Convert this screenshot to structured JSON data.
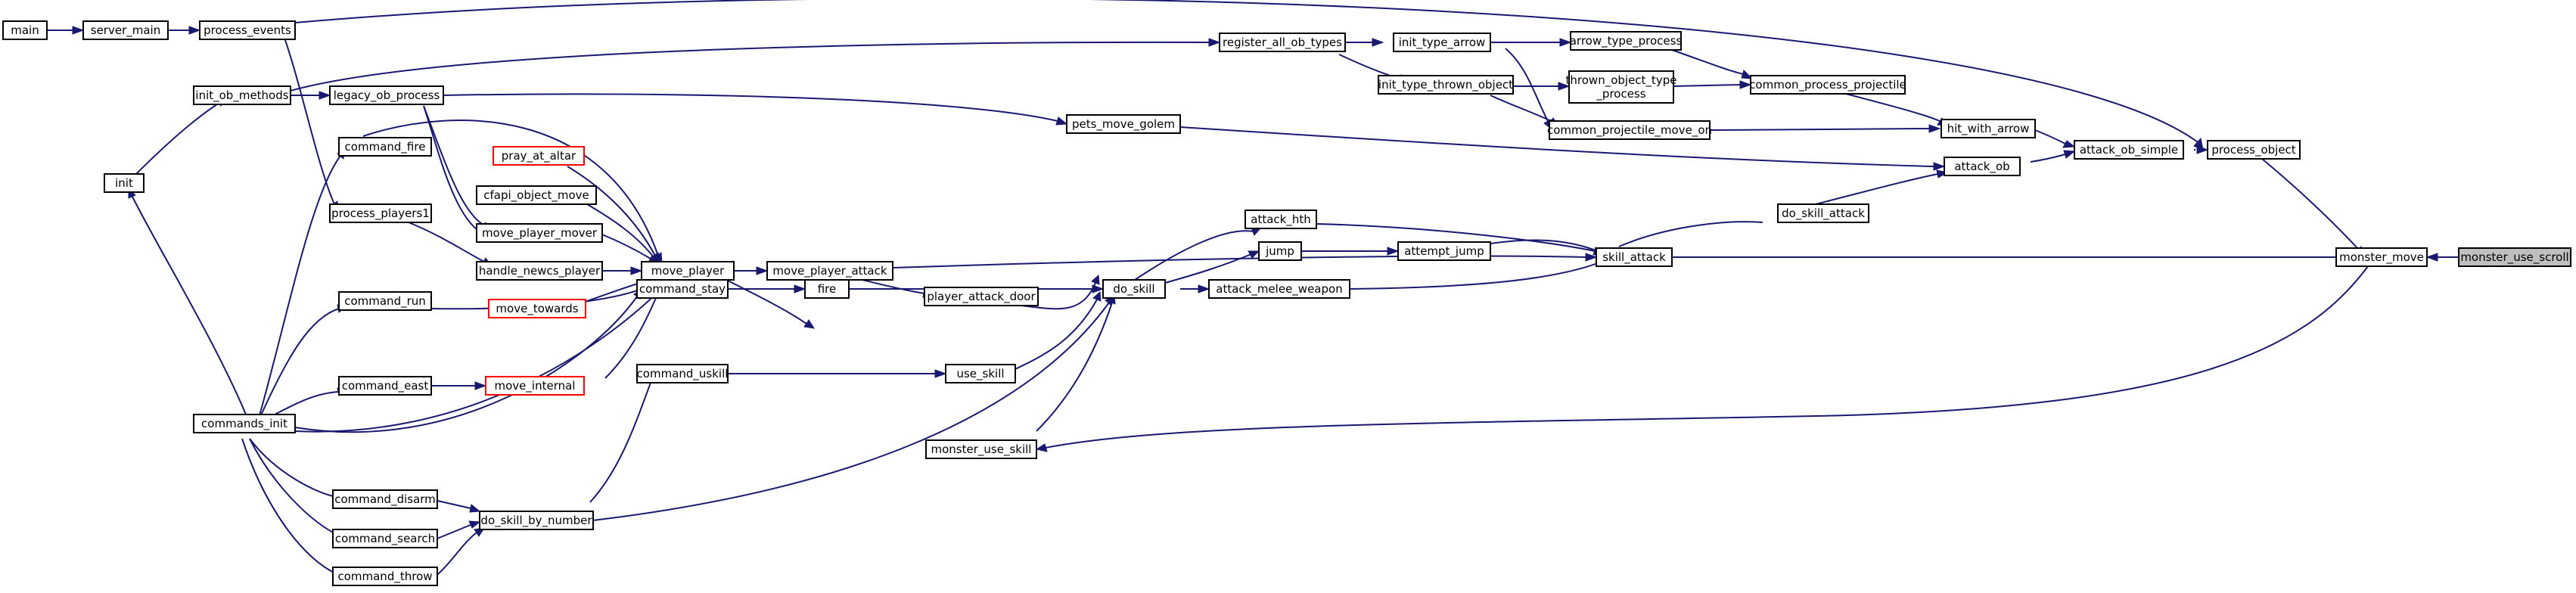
{
  "nodes": {
    "main": "main",
    "server_main": "server_main",
    "process_events": "process_events",
    "init": "init",
    "init_ob_methods": "init_ob_methods",
    "legacy_ob_process": "legacy_ob_process",
    "command_fire": "command_fire",
    "process_players1": "process_players1",
    "command_run": "command_run",
    "command_east": "command_east",
    "commands_init": "commands_init",
    "command_disarm": "command_disarm",
    "command_search": "command_search",
    "command_throw": "command_throw",
    "pray_at_altar": "pray_at_altar",
    "cfapi_object_move": "cfapi_object_move",
    "move_player_mover": "move_player_mover",
    "handle_newcs_player": "handle_newcs_player",
    "move_towards": "move_towards",
    "move_player": "move_player",
    "command_stay": "command_stay",
    "move_internal": "move_internal",
    "command_uskill": "command_uskill",
    "do_skill_by_number": "do_skill_by_number",
    "move_player_attack": "move_player_attack",
    "fire": "fire",
    "player_attack_door": "player_attack_door",
    "use_skill": "use_skill",
    "monster_use_skill": "monster_use_skill",
    "do_skill": "do_skill",
    "attack_hth": "attack_hth",
    "jump": "jump",
    "attack_melee_weapon": "attack_melee_weapon",
    "attempt_jump": "attempt_jump",
    "pets_move_golem": "pets_move_golem",
    "register_all_ob_types": "register_all_ob_types",
    "init_type_arrow": "init_type_arrow",
    "init_type_thrown_object": "init_type_thrown_object",
    "common_projectile_move_on": "common_projectile_move_on",
    "arrow_type_process": "arrow_type_process",
    "thrown_object_type_process_1": "thrown_object_type",
    "thrown_object_type_process_2": "_process",
    "common_process_projectile": "common_process_projectile",
    "do_skill_attack": "do_skill_attack",
    "skill_attack": "skill_attack",
    "hit_with_arrow": "hit_with_arrow",
    "attack_ob": "attack_ob",
    "attack_ob_simple": "attack_ob_simple",
    "process_object": "process_object",
    "monster_move": "monster_move",
    "monster_use_scroll": "monster_use_scroll"
  },
  "colors": {
    "edge": "#191970",
    "node_border": "#000000",
    "node_border_red": "#ff0000",
    "root_fill": "#bfbfbf",
    "node_fill": "#ffffff"
  }
}
